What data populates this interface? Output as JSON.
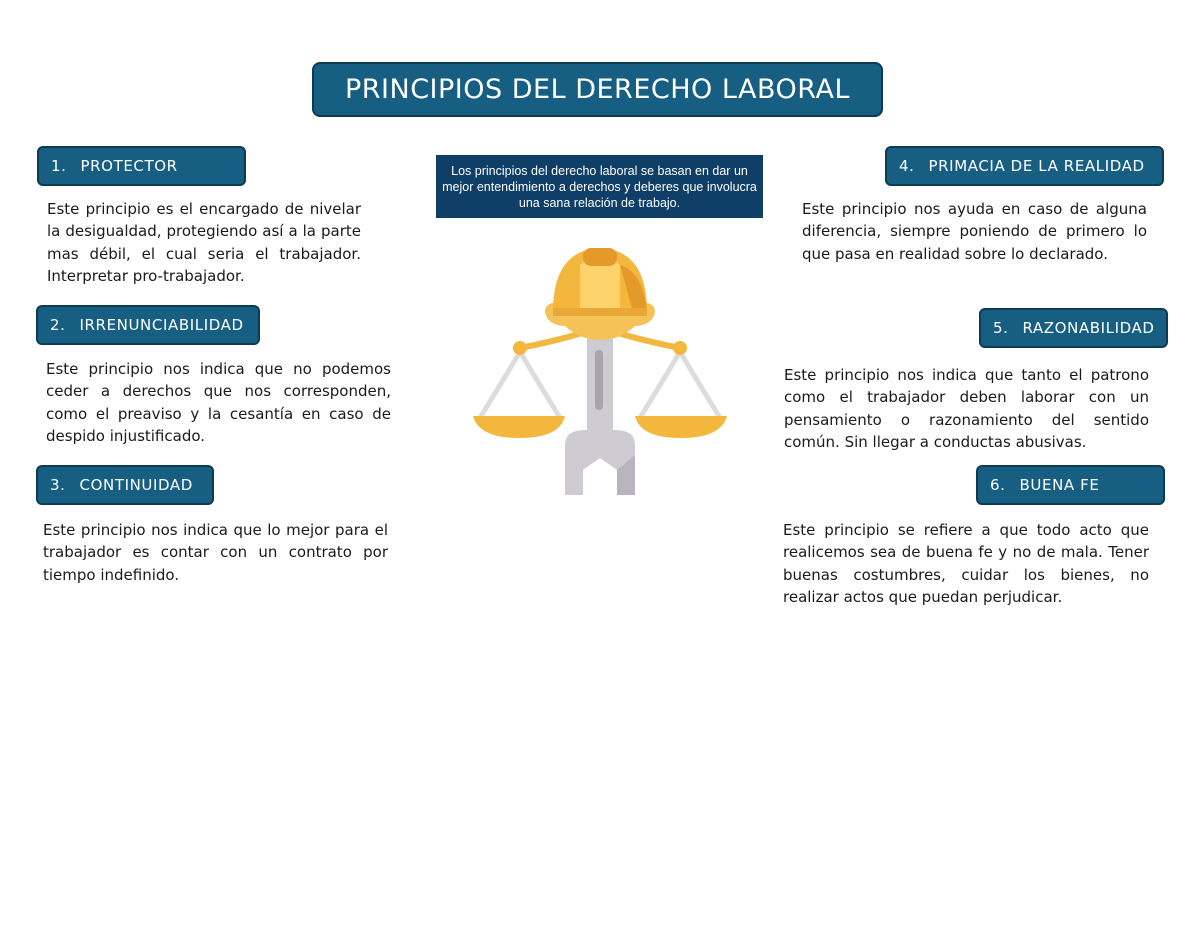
{
  "title": "PRINCIPIOS DEL DERECHO LABORAL",
  "intro": "Los principios del derecho laboral se basan en dar un mejor entendimiento a derechos y deberes que involucra una sana relación de trabajo.",
  "illustration": {
    "icon": "hardhat-scales-wrench-icon",
    "colors": {
      "helmet": "#f4b73e",
      "helmet_dark": "#e39a29",
      "helmet_light": "#ffd36b",
      "wrench": "#cfcbd2",
      "wrench_dark": "#a8a4ad",
      "strings": "#dcdcdc"
    }
  },
  "colors": {
    "header_fill": "#175e83",
    "header_border": "#0f3b52",
    "intro_fill": "#0f3e66"
  },
  "principles": [
    {
      "num": "1.",
      "name": "PROTECTOR",
      "text": "Este principio es el encargado de nivelar la desigualdad, protegiendo así a la parte mas débil, el cual seria el trabajador. Interpretar pro-trabajador."
    },
    {
      "num": "2.",
      "name": "IRRENUNCIABILIDAD",
      "text": "Este principio nos indica que no podemos ceder a derechos que nos corresponden, como el preaviso y la cesantía en caso de despido injustificado."
    },
    {
      "num": "3.",
      "name": "CONTINUIDAD",
      "text": "Este principio nos indica que lo mejor para el trabajador es contar con un contrato por tiempo indefinido."
    },
    {
      "num": "4.",
      "name": "PRIMACIA DE LA REALIDAD",
      "text": "Este principio nos ayuda en caso de alguna diferencia, siempre poniendo de primero lo que pasa en realidad sobre lo declarado."
    },
    {
      "num": "5.",
      "name": "RAZONABILIDAD",
      "text": "Este principio nos indica que tanto el patrono como el trabajador deben laborar con un pensamiento o razonamiento del sentido común. Sin llegar a conductas abusivas."
    },
    {
      "num": "6.",
      "name": "BUENA FE",
      "text": "Este principio se refiere a que todo acto que realicemos sea de buena fe y no de mala. Tener buenas costumbres, cuidar los bienes, no realizar actos que puedan perjudicar."
    }
  ]
}
